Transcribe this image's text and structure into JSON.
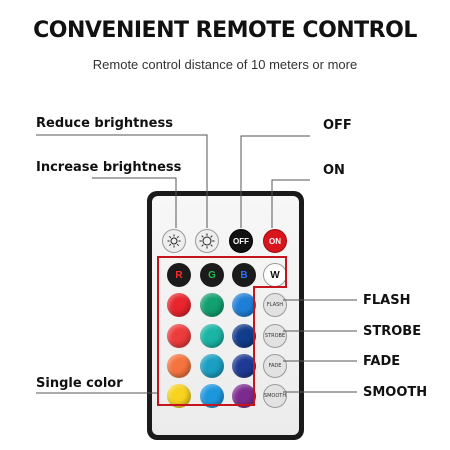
{
  "header": {
    "title": "CONVENIENT REMOTE CONTROL",
    "subtitle": "Remote control distance of 10 meters or more"
  },
  "callouts": {
    "reduce_brightness": "Reduce brightness",
    "increase_brightness": "Increase brightness",
    "off": "OFF",
    "on": "ON",
    "flash": "FLASH",
    "strobe": "STROBE",
    "fade": "FADE",
    "smooth": "SMOOTH",
    "single_color": "Single color"
  },
  "remote": {
    "top_buttons": {
      "brightness_down_icon": "sun-small-icon",
      "brightness_up_icon": "sun-large-icon",
      "off_label": "OFF",
      "on_label": "ON"
    },
    "rgbw": {
      "r": "R",
      "g": "G",
      "b": "B",
      "w": "W"
    },
    "mode_buttons": {
      "flash": "FLASH",
      "strobe": "STROBE",
      "fade": "FADE",
      "smooth": "SMOOTH"
    },
    "color_grid": [
      [
        "#e8242c",
        "#12a070",
        "#1f7fd8"
      ],
      [
        "#ee3b3b",
        "#1ab5a4",
        "#123c8c"
      ],
      [
        "#f5733e",
        "#1a9fc2",
        "#1e3a95"
      ],
      [
        "#f7d21e",
        "#1c97de",
        "#7d2a8e"
      ]
    ]
  },
  "colors": {
    "callout_line": "#555555",
    "highlight_border": "#c5141b",
    "off_button": "#111111",
    "on_button": "#d8141c",
    "rgb_letter_r": "#ff2a2a",
    "rgb_letter_g": "#23c04a",
    "rgb_letter_b": "#2a6fff"
  }
}
